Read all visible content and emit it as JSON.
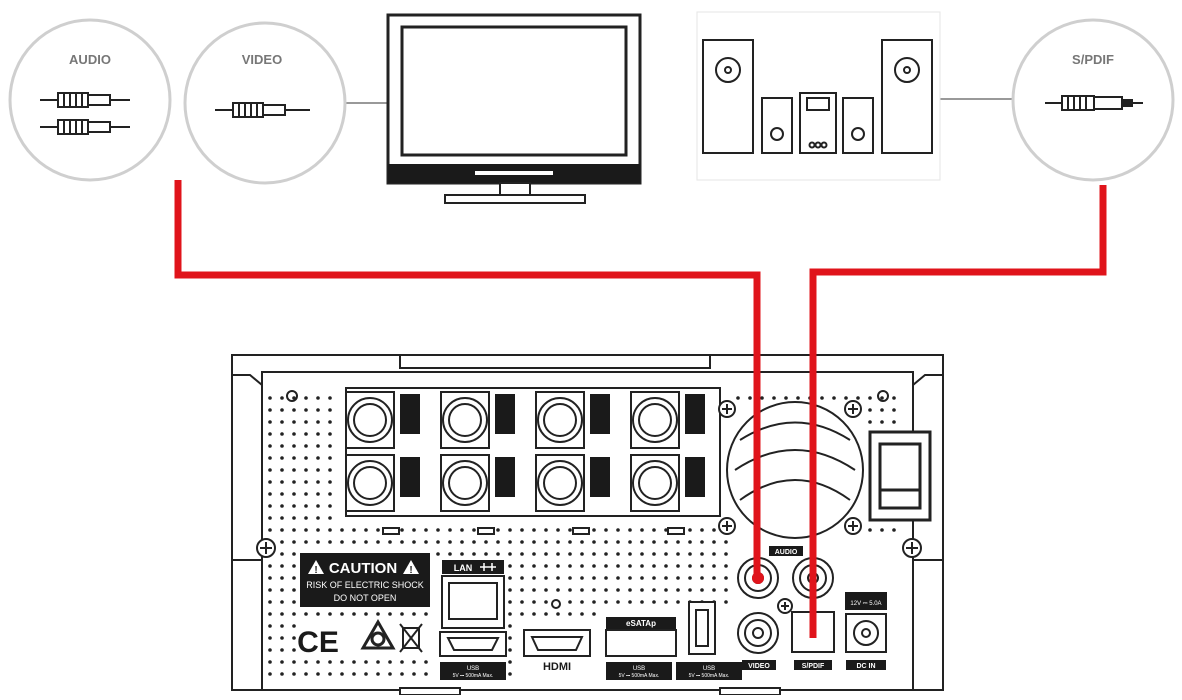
{
  "connectors": {
    "audio": "AUDIO",
    "video": "VIDEO",
    "spdif": "S/PDIF"
  },
  "caution": {
    "title": "CAUTION",
    "line1": "RISK OF ELECTRIC SHOCK",
    "line2": "DO NOT OPEN"
  },
  "ports": {
    "lan": "LAN",
    "hdmi": "HDMI",
    "esata": "eSATAp",
    "usb_caption_1": "USB",
    "usb_caption_1b": "5V ⎓ 500mA Max.",
    "usb_caption_2": "USB",
    "usb_caption_2b": "5V ⎓ 500mA Max.",
    "usb_caption_3": "USB",
    "usb_caption_3b": "5V ⎓ 500mA Max.",
    "audio": "AUDIO",
    "video": "VIDEO",
    "spdif": "S/PDIF",
    "dc_in": "DC IN",
    "dc_rating": "12V ⎓ 5.0A"
  },
  "colors": {
    "cable": "#e0141b",
    "line": "#1a1a1a",
    "circle_stroke": "#cfcfcf",
    "panel_bg": "#ffffff"
  },
  "icons": [
    "rca-plug-icon",
    "spdif-plug-icon",
    "tv-icon",
    "speaker-system-icon",
    "ce-mark-icon",
    "recycle-icon",
    "weee-bin-icon",
    "warning-triangle-icon",
    "network-icon"
  ]
}
